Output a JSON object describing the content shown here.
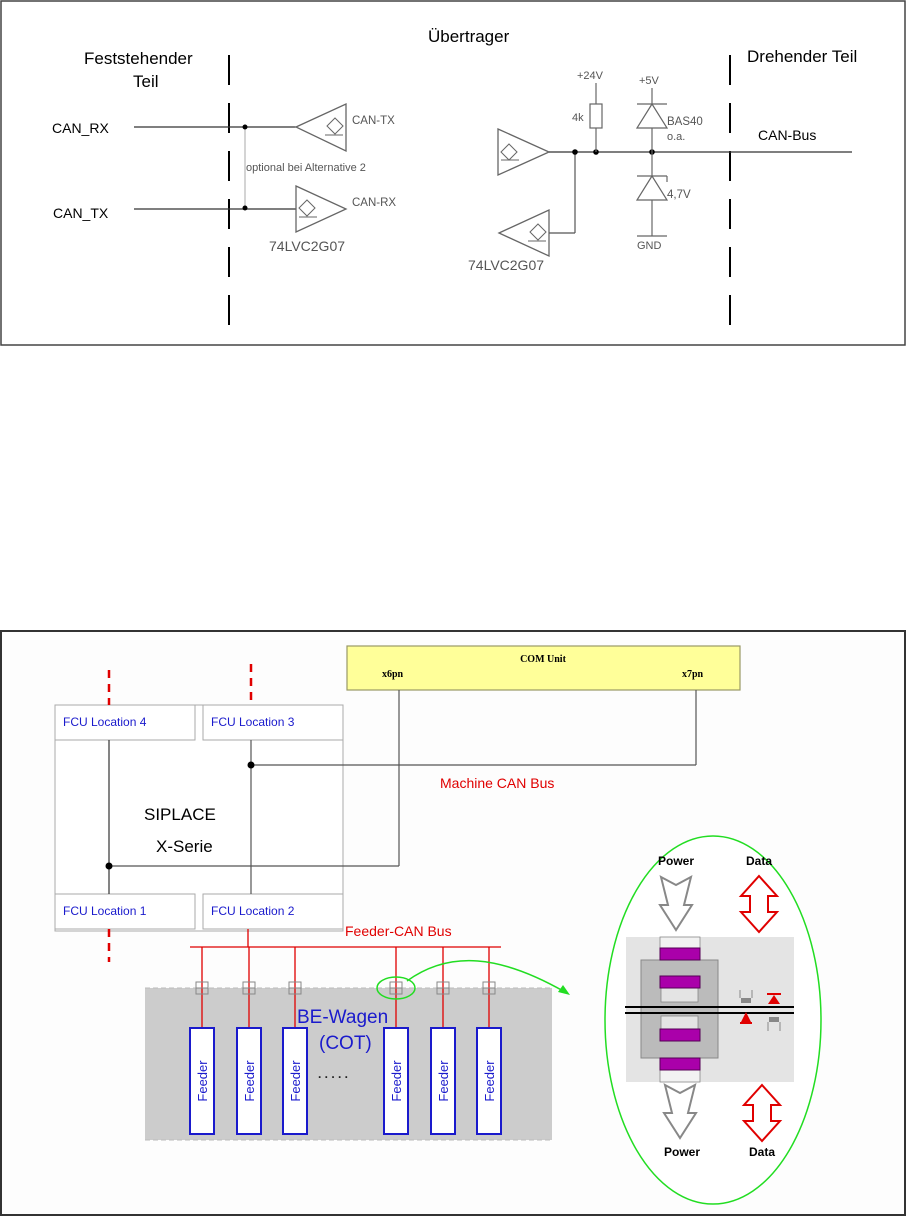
{
  "diagram1": {
    "title": "Übertrager",
    "left_label_line1": "Feststehender",
    "left_label_line2": "Teil",
    "right_label": "Drehender Teil",
    "signals": {
      "can_rx": "CAN_RX",
      "can_tx": "CAN_TX",
      "can_bus": "CAN-Bus"
    },
    "buffers": {
      "tx_label": "CAN-TX",
      "rx_label": "CAN-RX",
      "part_left": "74LVC2G07",
      "part_right": "74LVC2G07"
    },
    "optional_note": "optional bei Alternative 2",
    "components": {
      "supply_24v": "+24V",
      "resistor": "4k",
      "supply_5v": "+5V",
      "diode": "BAS40",
      "diode_note": "o.a.",
      "zener": "4,7V",
      "ground": "GND"
    },
    "colors": {
      "line": "#000000",
      "component": "#555555"
    }
  },
  "diagram2": {
    "com_unit": {
      "title": "COM Unit",
      "port_left": "x6pn",
      "port_right": "x7pn"
    },
    "fcu_locations": [
      "FCU Location 4",
      "FCU Location 3",
      "FCU Location 1",
      "FCU Location 2"
    ],
    "machine_title_line1": "SIPLACE",
    "machine_title_line2": "X-Serie",
    "machine_can_bus": "Machine CAN Bus",
    "feeder_can_bus": "Feeder-CAN Bus",
    "cart_label_line1": "BE-Wagen",
    "cart_label_line2": "(COT)",
    "feeders": [
      "Feeder",
      "Feeder",
      "Feeder",
      "Feeder",
      "Feeder",
      "Feeder"
    ],
    "ellipsis": ". . . . .",
    "inset": {
      "power_top": "Power",
      "data_top": "Data",
      "power_bottom": "Power",
      "data_bottom": "Data"
    },
    "colors": {
      "com_unit_fill": "#ffff99",
      "fcu_text": "#1a1acc",
      "bus_red": "#e00000",
      "feeder_blue": "#1a1acc",
      "cart_gray": "#cccccc",
      "highlight_green": "#22dd22",
      "coil_purple": "#aa00aa"
    }
  }
}
